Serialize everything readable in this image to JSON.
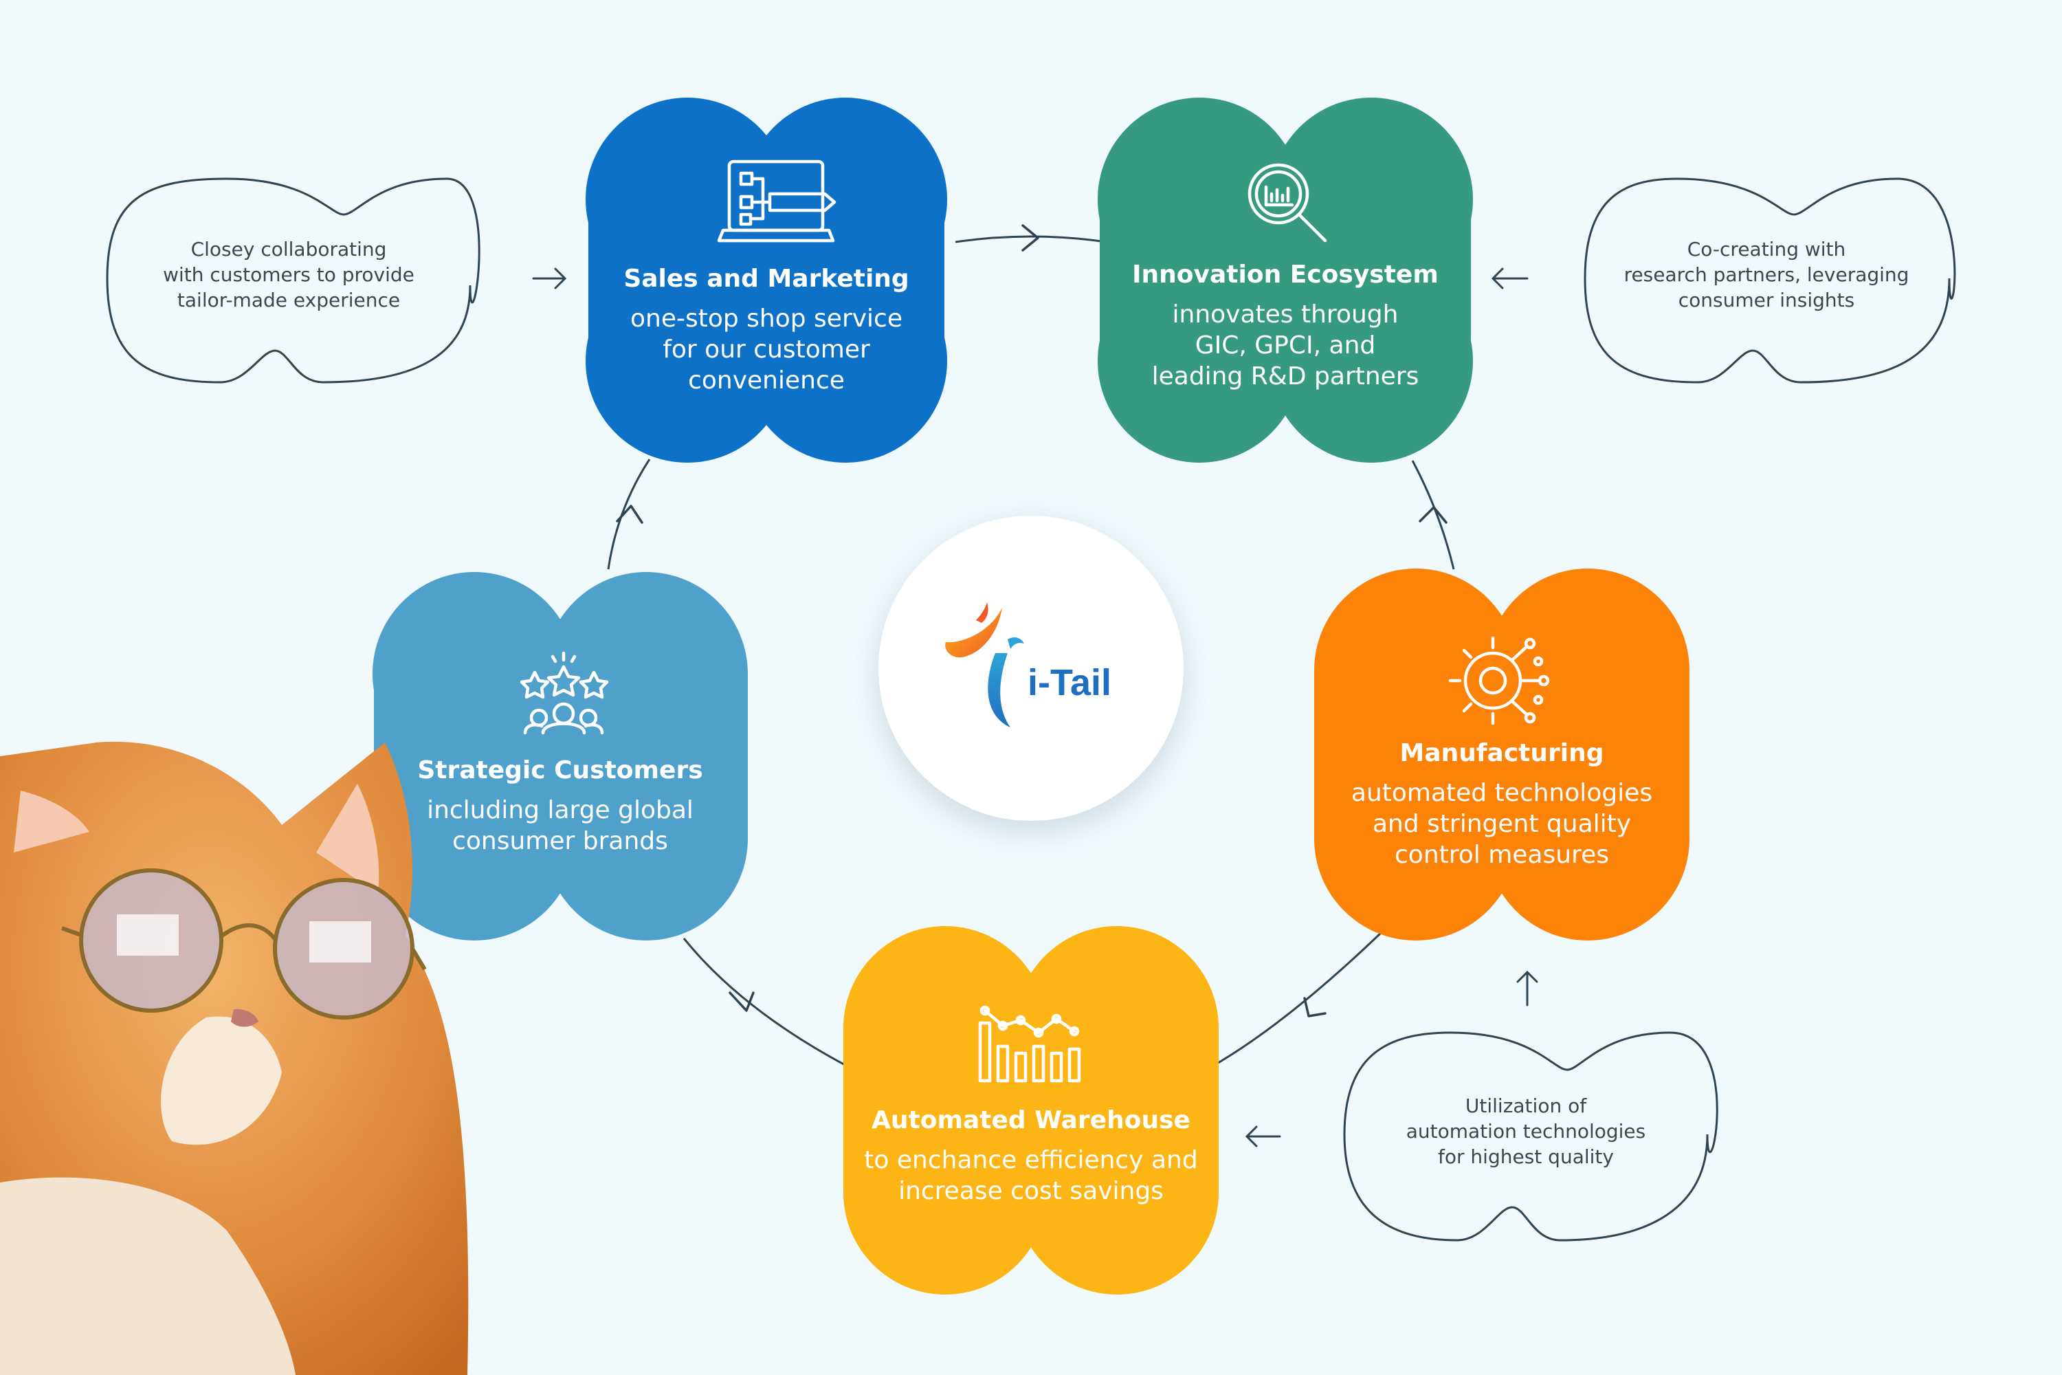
{
  "logo": {
    "text": "i-Tail"
  },
  "nodes": {
    "sales": {
      "title": "Sales and Marketing",
      "description": "one-stop shop service\nfor our customer\nconvenience",
      "icon": "laptop-flowchart-icon",
      "color": "#0e71c8"
    },
    "innovation": {
      "title": "Innovation Ecosystem",
      "description": "innovates through\nGIC, GPCI, and\nleading R&D partners",
      "icon": "magnifier-chart-icon",
      "color": "#369a80"
    },
    "manufacturing": {
      "title": "Manufacturing",
      "description": "automated technologies\nand stringent quality\ncontrol measures",
      "icon": "gear-circuit-icon",
      "color": "#fc8208"
    },
    "warehouse": {
      "title": "Automated Warehouse",
      "description": "to enchance efficiency and\nincrease cost savings",
      "icon": "bar-line-chart-icon",
      "color": "#fdb515"
    },
    "customers": {
      "title": "Strategic Customers",
      "description": "including large global\nconsumer brands",
      "icon": "people-stars-icon",
      "color": "#4fa0cb"
    }
  },
  "notes": {
    "sales": "Closey collaborating\nwith customers to provide\ntailor-made experience",
    "innovation": "Co-creating with\nresearch partners, leveraging\nconsumer insights",
    "manufacturing": "Utilization of\nautomation technologies\nfor highest quality"
  },
  "decor": {
    "image": "cat-with-sunglasses"
  }
}
